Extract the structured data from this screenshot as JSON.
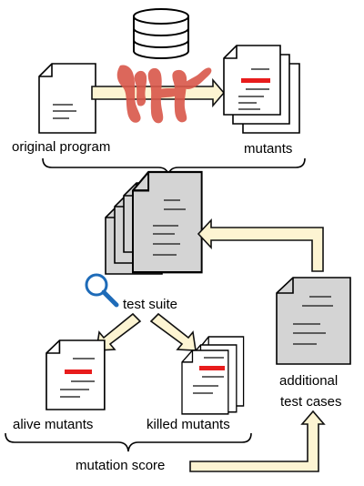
{
  "labels": {
    "original_program": "original program",
    "mutants": "mutants",
    "test_suite": "test suite",
    "additional_line1": "additional",
    "additional_line2": "test cases",
    "alive_mutants": "alive mutants",
    "killed_mutants": "killed mutants",
    "mutation_score": "mutation score"
  },
  "colors": {
    "paper": "#ffffff",
    "paper_gray": "#d4d4d4",
    "outline": "#000000",
    "text_line": "#333333",
    "mutation_mark": "#e81c1c",
    "mutation_blob": "#d9574a",
    "arrow_fill": "#fdf4d2",
    "arrow_stroke": "#111111",
    "magnifier": "#1e6bb8"
  },
  "icons": [
    "database-icon",
    "mutation-operator-icon",
    "magnifier-icon"
  ]
}
